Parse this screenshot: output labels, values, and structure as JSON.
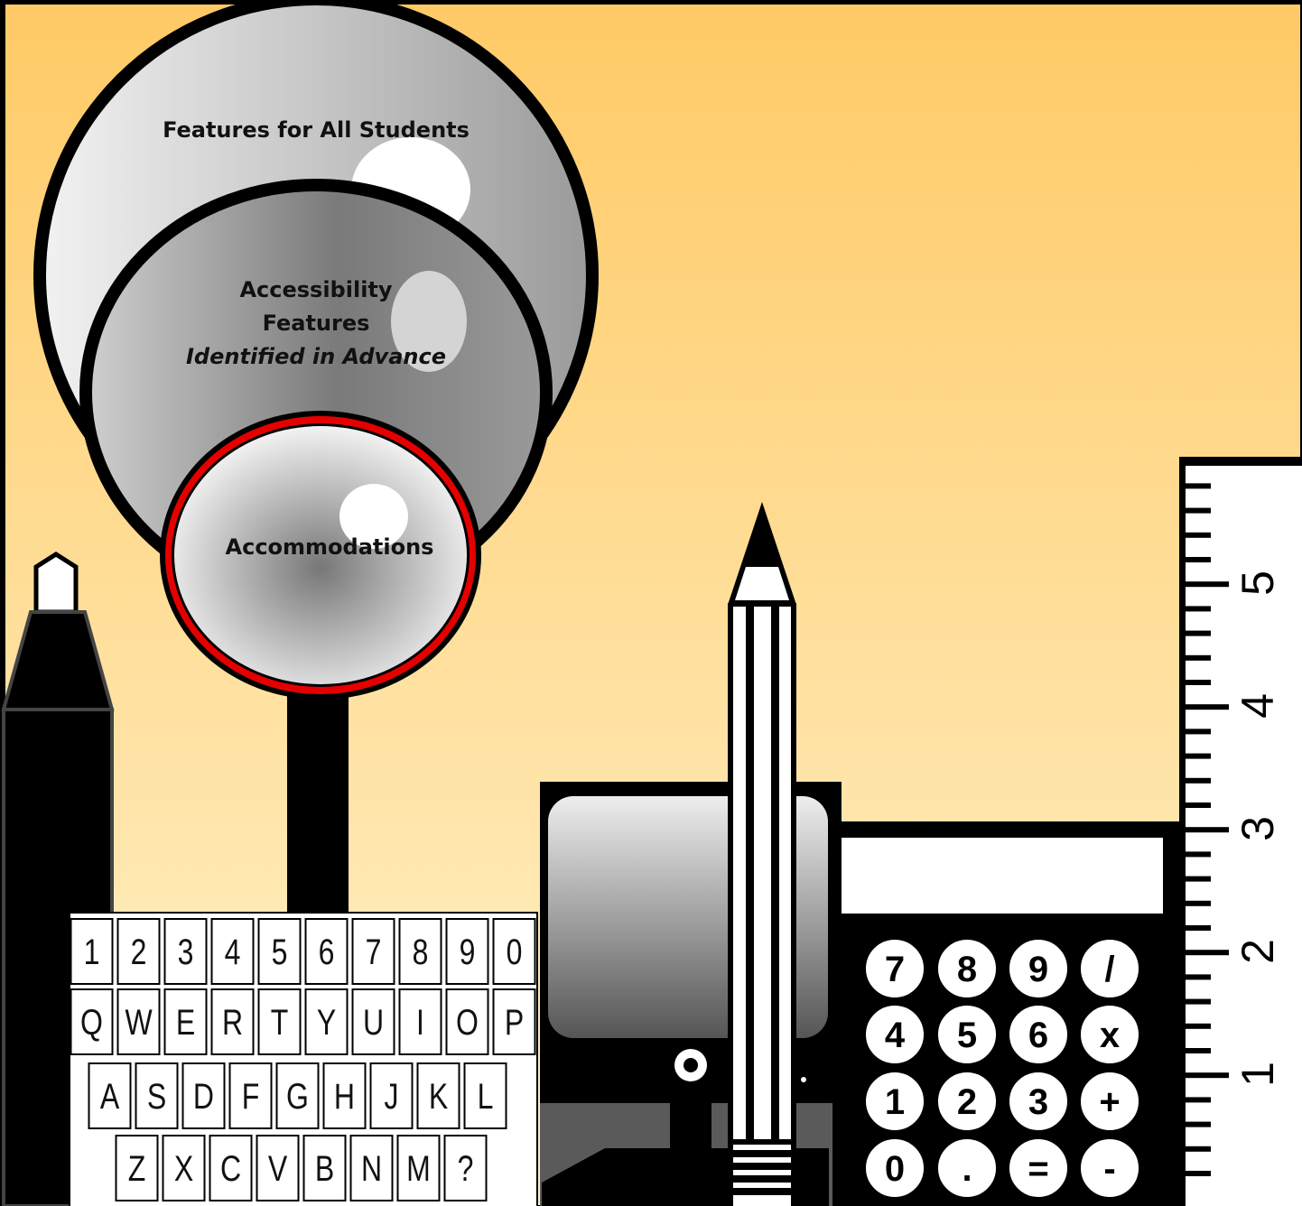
{
  "labels": {
    "outer": "Features for All Students",
    "middle_line1": "Accessibility",
    "middle_line2": "Features",
    "middle_line3": "Identified in Advance",
    "inner": "Accommodations"
  },
  "keyboard": {
    "rows": [
      [
        "1",
        "2",
        "3",
        "4",
        "5",
        "6",
        "7",
        "8",
        "9",
        "0"
      ],
      [
        "Q",
        "W",
        "E",
        "R",
        "T",
        "Y",
        "U",
        "I",
        "O",
        "P"
      ],
      [
        "A",
        "S",
        "D",
        "F",
        "G",
        "H",
        "J",
        "K",
        "L"
      ],
      [
        "Z",
        "X",
        "C",
        "V",
        "B",
        "N",
        "M",
        "?"
      ]
    ]
  },
  "calculator": {
    "keys": [
      [
        "7",
        "8",
        "9",
        "/"
      ],
      [
        "4",
        "5",
        "6",
        "x"
      ],
      [
        "1",
        "2",
        "3",
        "+"
      ],
      [
        "0",
        ".",
        "=",
        "-"
      ]
    ]
  },
  "ruler": {
    "numbers": [
      "1",
      "2",
      "3",
      "4",
      "5"
    ]
  },
  "colors": {
    "background_top": "#FFCA66",
    "background_bottom": "#FFF2CC",
    "accommodations_ring": "#E50000",
    "outline": "#000000"
  }
}
